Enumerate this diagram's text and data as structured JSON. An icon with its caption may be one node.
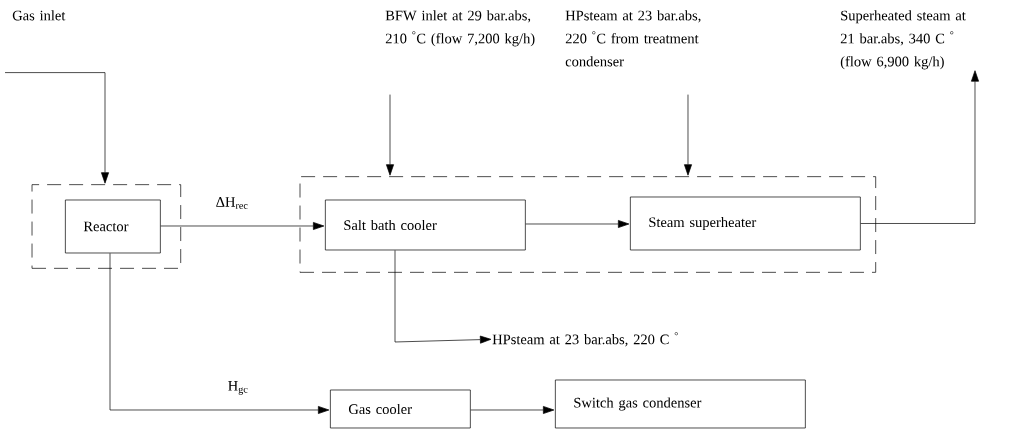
{
  "diagram": {
    "nodes": [
      {
        "text": [
          "Gas inlet"
        ]
      },
      {
        "text": [
          "BFW inlet at 29 bar.abs, 210 $^{°}$C (flow 7,200 kg/h)"
        ]
      },
      {
        "text": [
          "HPsteam at 23 bar.abs, 220 $^{°}$C from treatment condenser"
        ]
      },
      {
        "text": [
          "Superheated steam at 21 bar.abs, 340 C $^{°}$ (flow 6,900 kg/h)"
        ]
      },
      {
        "text": [],
        "shape": "box"
      },
      {
        "text": [
          "Reactor"
        ],
        "in": 4
      },
      {
        "text": [],
        "shape": "box"
      },
      {
        "text": [
          "Salt bath cooler"
        ],
        "in": 6
      },
      {
        "text": [
          "Steam superheater"
        ],
        "in": 6
      },
      {
        "text": [
          "HPsteam at 23 bar.abs, 220 C $^{°}$"
        ]
      },
      {
        "text": [
          "Gas cooler"
        ]
      },
      {
        "text": [
          "Switch gas condenser"
        ]
      }
    ],
    "edges": [
      {
        "from": 0,
        "to": 4,
        "arrow": "to"
      },
      {
        "from": 1,
        "to": 6,
        "arrow": "to"
      },
      {
        "from": 2,
        "to": 6,
        "arrow": "to"
      },
      {
        "from": 8,
        "to": 3,
        "arrow": "to"
      },
      {
        "from": 5,
        "to": 7,
        "arrow": "to",
        "label": "ΔH$_{rec}$"
      },
      {
        "from": 7,
        "to": 8,
        "arrow": "to"
      },
      {
        "from": 7,
        "to": 9,
        "arrow": "to"
      },
      {
        "from": 5,
        "to": 10,
        "arrow": "to",
        "label": "H$_{gc}$"
      },
      {
        "from": 10,
        "to": 11,
        "arrow": "to"
      }
    ]
  }
}
